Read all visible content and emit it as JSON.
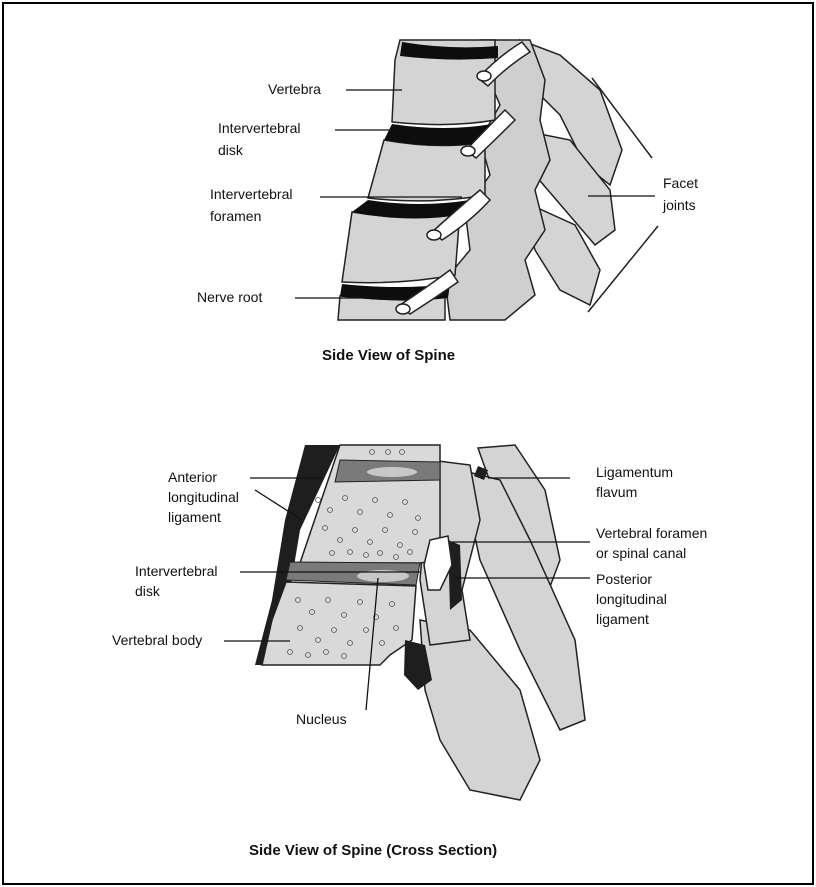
{
  "diagram": {
    "top": {
      "caption": "Side View of Spine",
      "labels": {
        "vertebra": "Vertebra",
        "disk_line1": "Intervertebral",
        "disk_line2": "disk",
        "foramen_line1": "Intervertebral",
        "foramen_line2": "foramen",
        "nerve_root": "Nerve root",
        "facet_line1": "Facet",
        "facet_line2": "joints"
      }
    },
    "bottom": {
      "caption": "Side View of Spine (Cross Section)",
      "labels": {
        "ant_line1": "Anterior",
        "ant_line2": "longitudinal",
        "ant_line3": "ligament",
        "disk_line1": "Intervertebral",
        "disk_line2": "disk",
        "vertebral_body": "Vertebral body",
        "nucleus": "Nucleus",
        "flavum_line1": "Ligamentum",
        "flavum_line2": "flavum",
        "foramen_line1": "Vertebral foramen",
        "foramen_line2": "or spinal canal",
        "post_line1": "Posterior",
        "post_line2": "longitudinal",
        "post_line3": "ligament"
      }
    }
  },
  "colors": {
    "bone": "#d4d4d4",
    "bone_dark": "#bdbdbd",
    "disk": "#0d0d0d",
    "ligament": "#1e1e1e",
    "disk_cut": "#7a7a7a",
    "nucleus": "#c8c8c8",
    "outline": "#222222"
  }
}
